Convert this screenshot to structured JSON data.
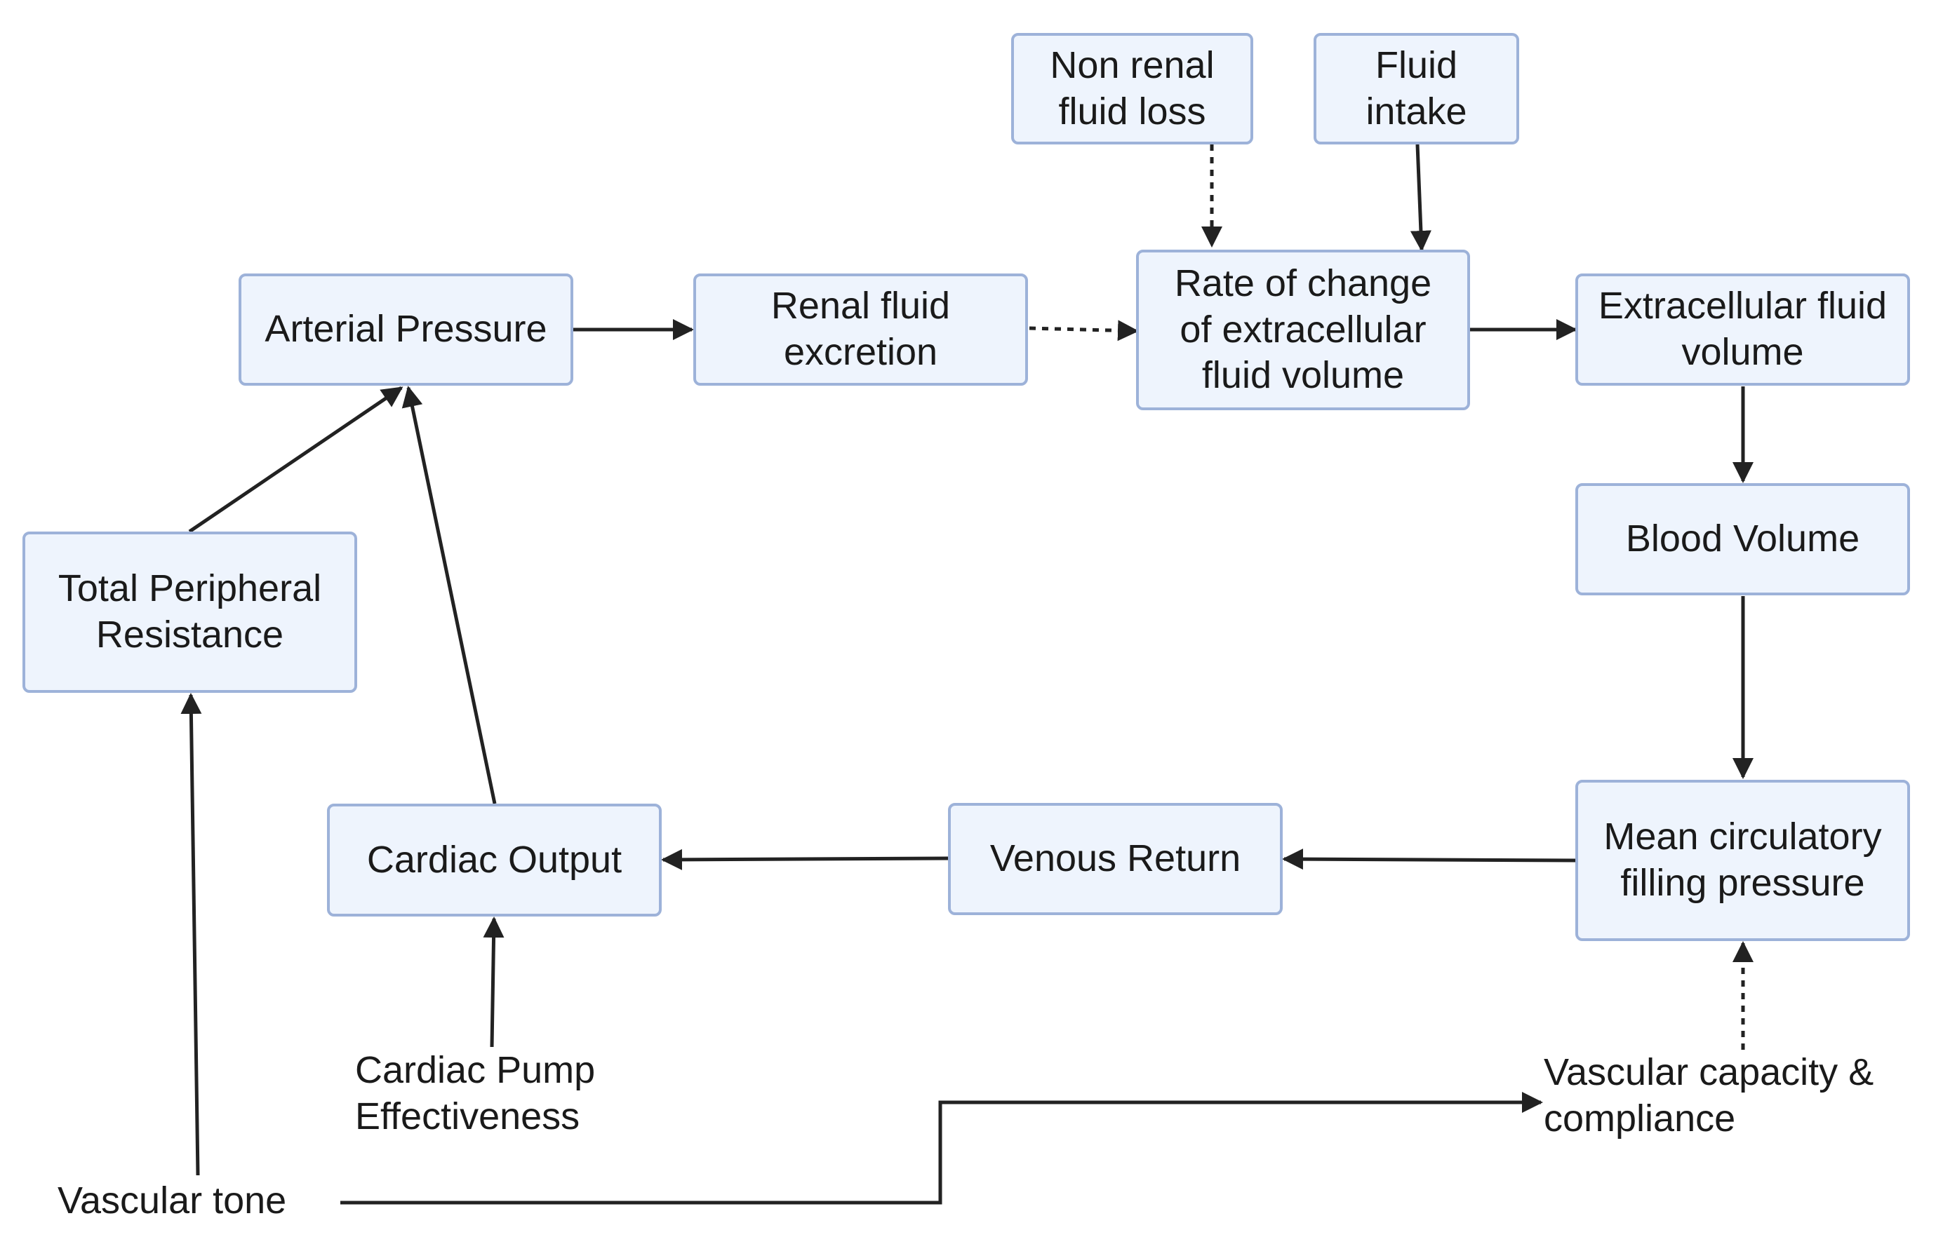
{
  "nodes": {
    "non_renal_fluid_loss": "Non renal\nfluid loss",
    "fluid_intake": "Fluid\nintake",
    "arterial_pressure": "Arterial Pressure",
    "renal_fluid_excretion": "Renal fluid\nexcretion",
    "rate_of_change_ecf_volume": "Rate of change\nof extracellular\nfluid volume",
    "extracellular_fluid_volume": "Extracellular fluid\nvolume",
    "blood_volume": "Blood Volume",
    "total_peripheral_resistance": "Total Peripheral\nResistance",
    "cardiac_output": "Cardiac Output",
    "venous_return": "Venous Return",
    "mean_circulatory_filling_pressure": "Mean circulatory\nfilling pressure"
  },
  "labels": {
    "cardiac_pump_effectiveness": "Cardiac Pump\nEffectiveness",
    "vascular_capacity_compliance": "Vascular capacity &\ncompliance",
    "vascular_tone": "Vascular tone"
  },
  "colors": {
    "box_fill": "#eef4fd",
    "box_border": "#9db2d9",
    "arrow": "#222222"
  }
}
